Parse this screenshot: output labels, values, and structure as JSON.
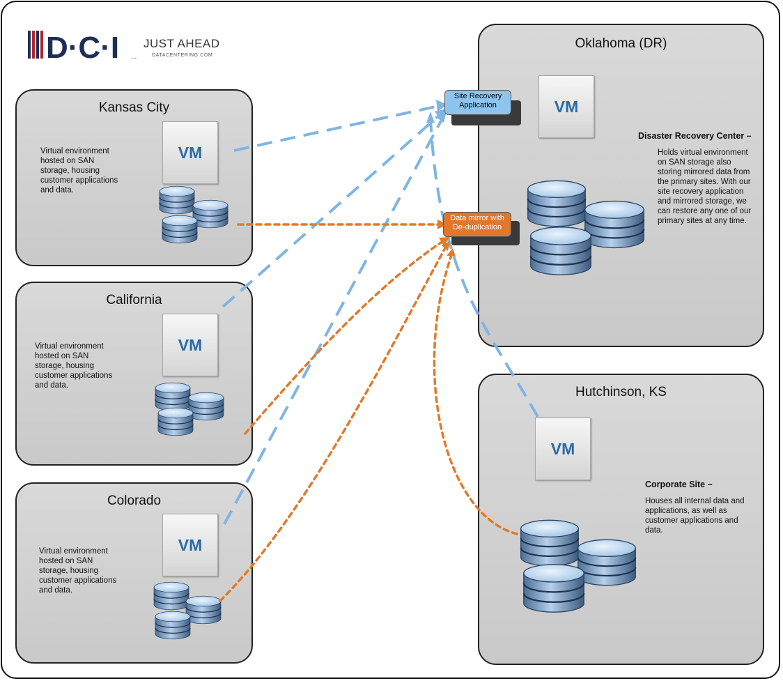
{
  "logo": {
    "brand": "D·C·I",
    "slogan": "JUST AHEAD",
    "url": "DATACENTERING.COM"
  },
  "sites": {
    "kansas_city": {
      "title": "Kansas City",
      "description": "Virtual environment hosted on SAN storage, housing customer applications and data."
    },
    "california": {
      "title": "California",
      "description": "Virtual environment hosted on SAN storage, housing customer applications and data."
    },
    "colorado": {
      "title": "Colorado",
      "description": "Virtual environment hosted on SAN storage, housing customer applications and data."
    },
    "oklahoma": {
      "title": "Oklahoma (DR)",
      "heading": "Disaster Recovery Center –",
      "description": "Holds virtual environment on SAN storage also storing mirrored data from the primary sites.  With our site recovery application and mirrored storage, we can restore any one of our primary sites at any time."
    },
    "hutchinson": {
      "title": "Hutchinson, KS",
      "heading": "Corporate Site  –",
      "description": "Houses all  internal data and applications, as well as customer applications and data."
    }
  },
  "vm_label": "VM",
  "callouts": {
    "site_recovery": "Site Recovery Application",
    "data_mirror": "Data mirror with De-duplication"
  },
  "colors": {
    "replication_link": "#7fb5e3",
    "mirror_link": "#e07a2c",
    "site_recovery_fill": "#8ec5ee",
    "data_mirror_fill": "#e0772e",
    "vm_text": "#2a6aa8"
  }
}
